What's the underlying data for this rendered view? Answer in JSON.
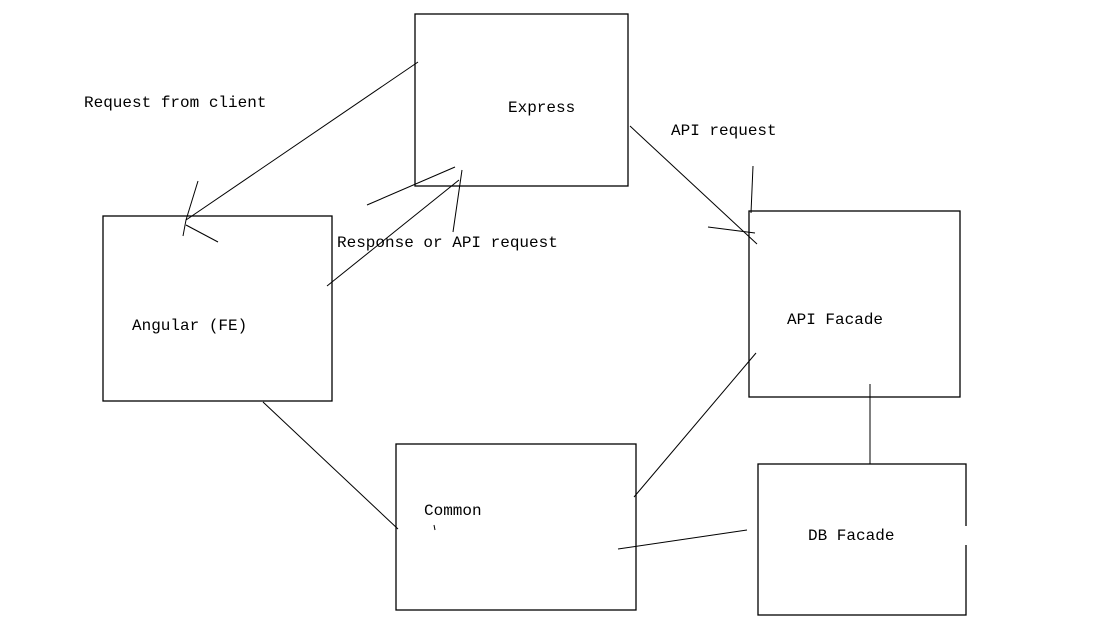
{
  "diagram": {
    "boxes": {
      "express": "Express",
      "angular": "Angular (FE)",
      "api_facade": "API Facade",
      "common": "Common",
      "db_facade": "DB Facade"
    },
    "edge_labels": {
      "request_from_client": "Request from client",
      "api_request": "API request",
      "response_or_api_request": "Response or API request"
    }
  }
}
